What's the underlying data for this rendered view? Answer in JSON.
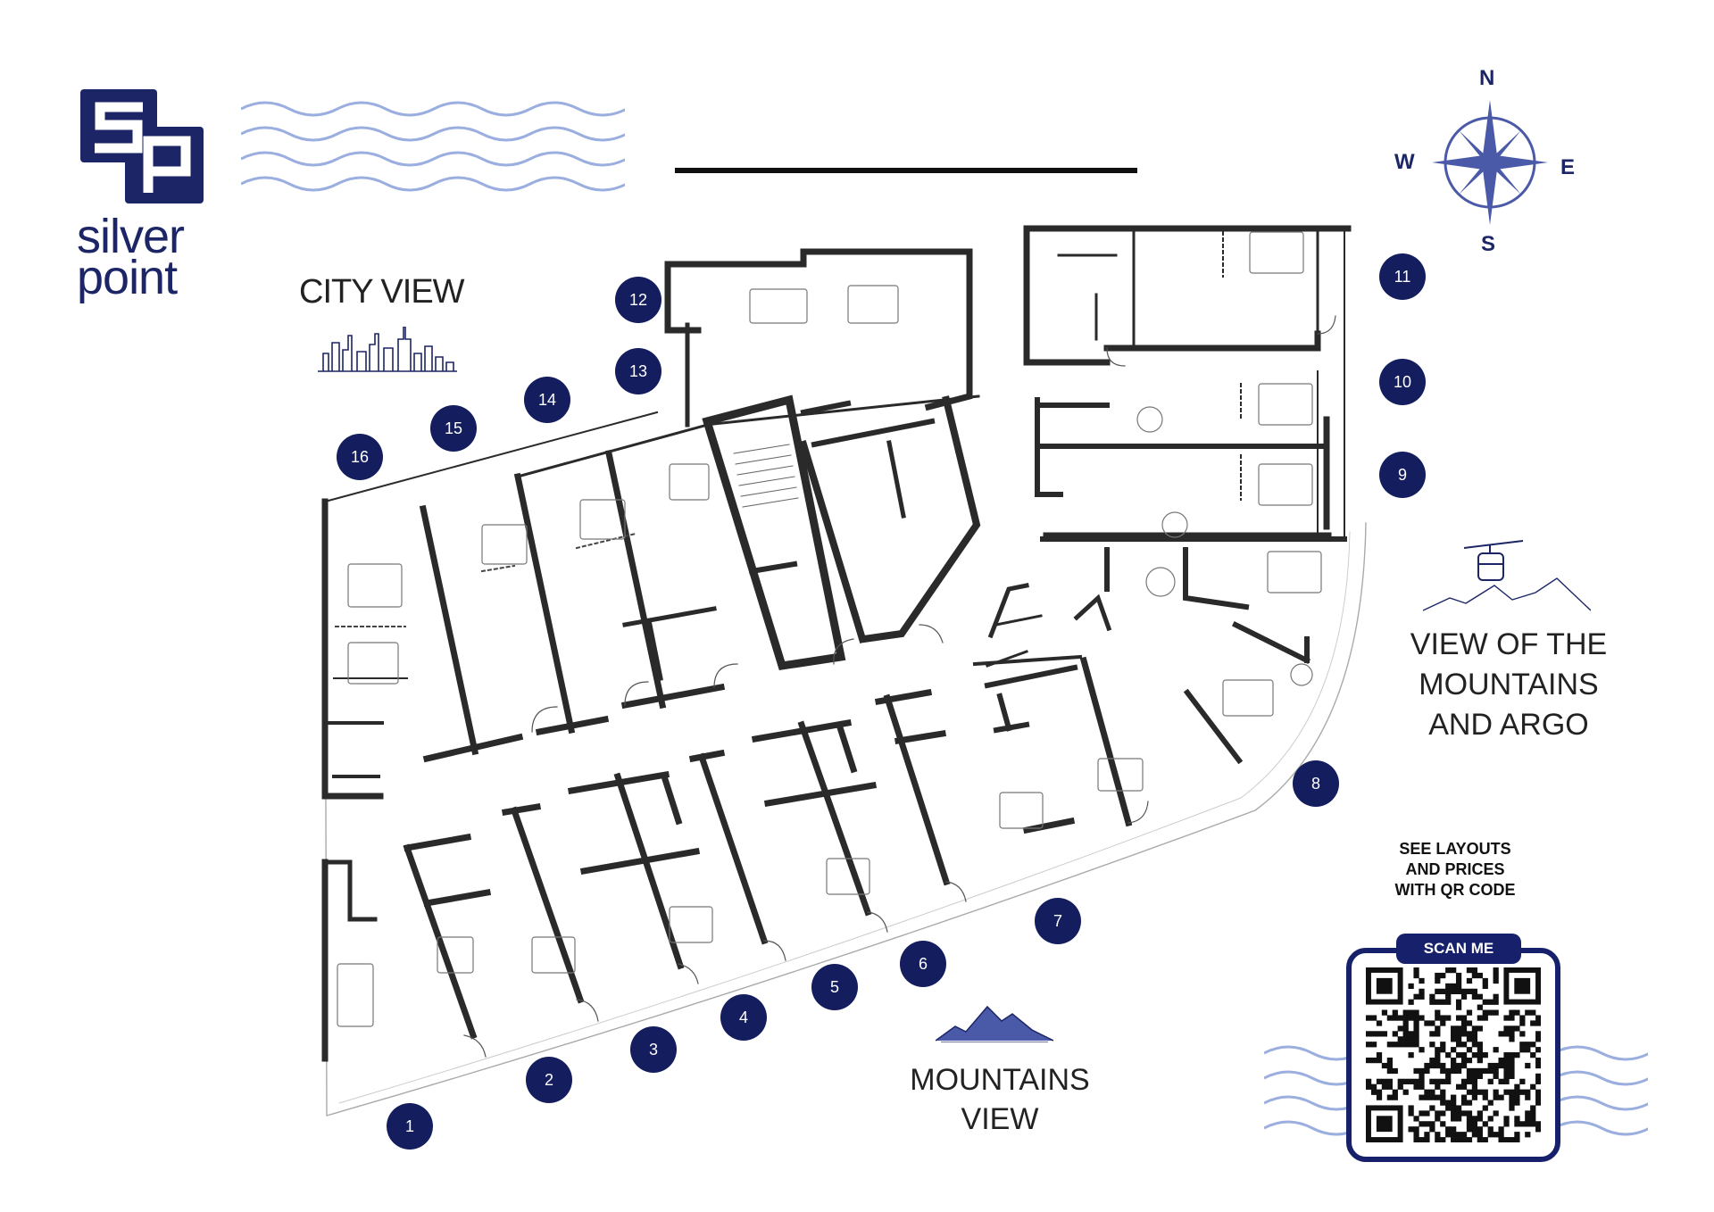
{
  "brand": {
    "mark_letters": "sp",
    "name_line1": "silver",
    "name_line2": "point",
    "color": "#1c2566"
  },
  "labels": {
    "city_view": "CITY VIEW",
    "mountains_argo": [
      "VIEW OF THE",
      "MOUNTAINS",
      "AND ARGO"
    ],
    "mountains_view": [
      "MOUNTAINS",
      "VIEW"
    ],
    "qr_caption": [
      "SEE LAYOUTS",
      "AND PRICES",
      "WITH QR CODE"
    ],
    "scan_me": "SCAN ME"
  },
  "compass": {
    "north": "N",
    "south": "S",
    "west": "W",
    "east": "E"
  },
  "units": [
    "1",
    "2",
    "3",
    "4",
    "5",
    "6",
    "7",
    "8",
    "9",
    "10",
    "11",
    "12",
    "13",
    "14",
    "15",
    "16"
  ],
  "colors": {
    "marker": "#141d5e",
    "wave": "#9aaee0",
    "wall": "#2a2a2a",
    "accent": "#17206a"
  },
  "icons": [
    "skyline-icon",
    "cable-car-icon",
    "mountain-icon",
    "compass-rose-icon",
    "qr-code-icon",
    "wave-icon"
  ]
}
